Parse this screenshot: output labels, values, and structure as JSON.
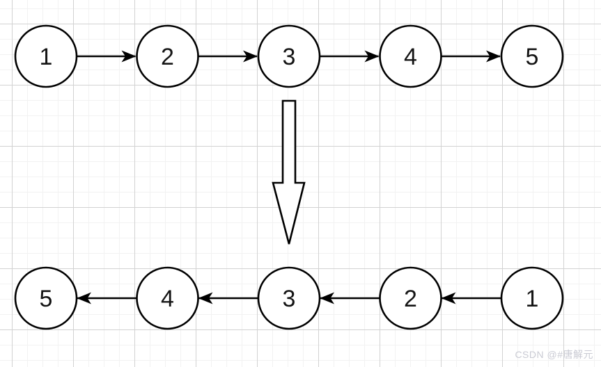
{
  "diagram": {
    "description_hint": "singly linked list reversed",
    "top_list": {
      "link_direction": "right",
      "nodes": [
        "1",
        "2",
        "3",
        "4",
        "5"
      ]
    },
    "transform_arrow_direction": "down",
    "bottom_list": {
      "link_direction": "left",
      "nodes": [
        "5",
        "4",
        "3",
        "2",
        "1"
      ]
    }
  },
  "watermark": {
    "text": "CSDN @#唐解元"
  },
  "colors": {
    "node_fill": "#ffffff",
    "node_stroke": "#000000",
    "arrow": "#000000",
    "grid_minor": "#f2f2f2",
    "grid_major": "#d2d2d2",
    "watermark": "#c9cad3",
    "background": "#ffffff"
  }
}
